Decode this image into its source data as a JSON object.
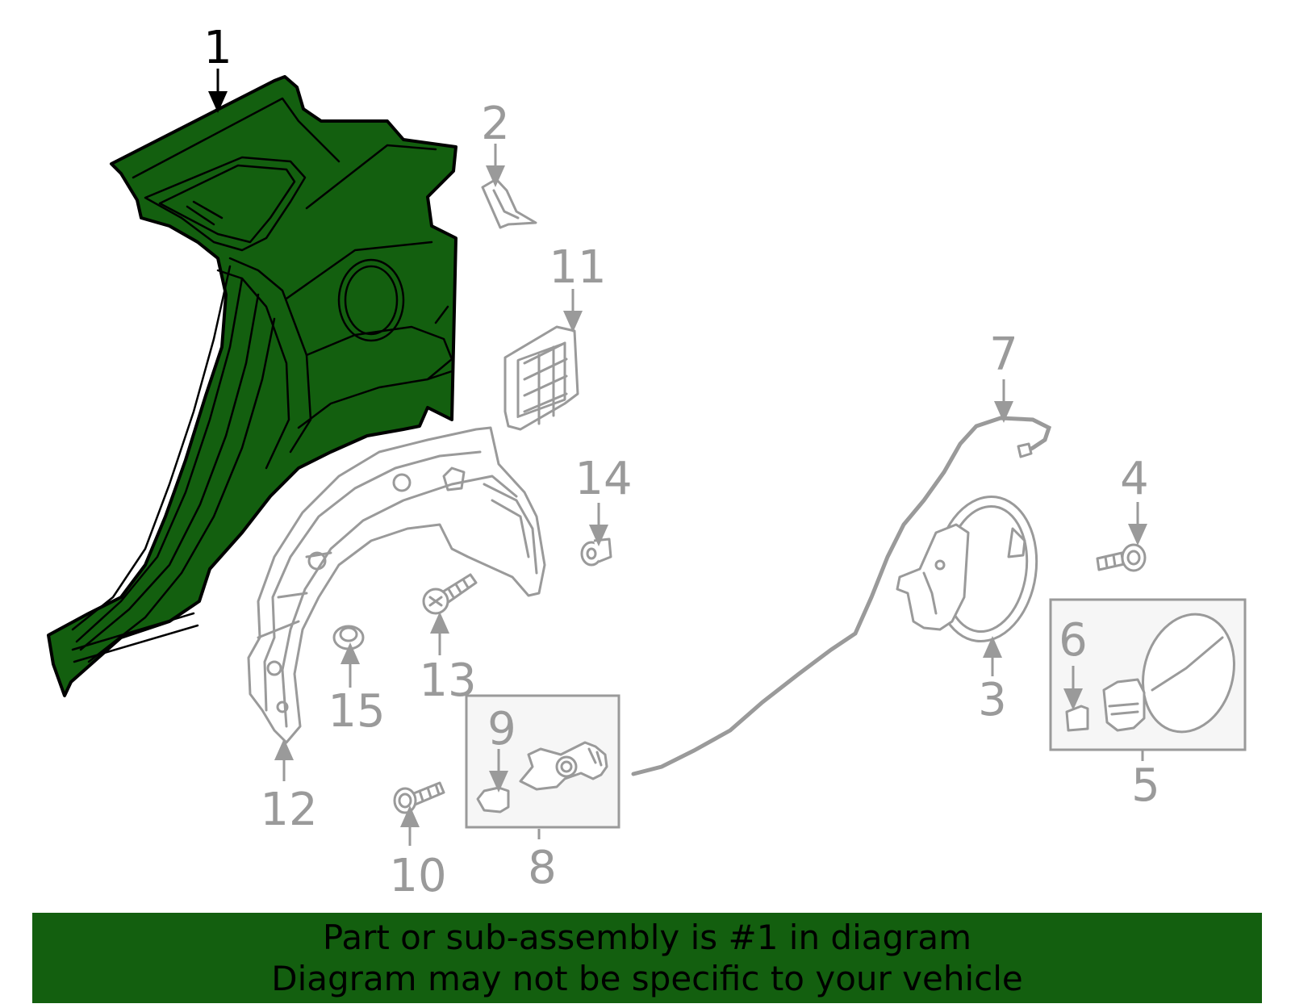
{
  "colors": {
    "highlight": "#135f0f",
    "callout_gray": "#9a9a9a",
    "callout_active": "#000000"
  },
  "callouts": {
    "c1": "1",
    "c2": "2",
    "c3": "3",
    "c4": "4",
    "c5": "5",
    "c6": "6",
    "c7": "7",
    "c8": "8",
    "c9": "9",
    "c10": "10",
    "c11": "11",
    "c12": "12",
    "c13": "13",
    "c14": "14",
    "c15": "15"
  },
  "highlighted_part": "1",
  "banner": {
    "line1": "Part or sub-assembly is #1 in diagram",
    "line2": "Diagram may not be specific to your vehicle"
  }
}
